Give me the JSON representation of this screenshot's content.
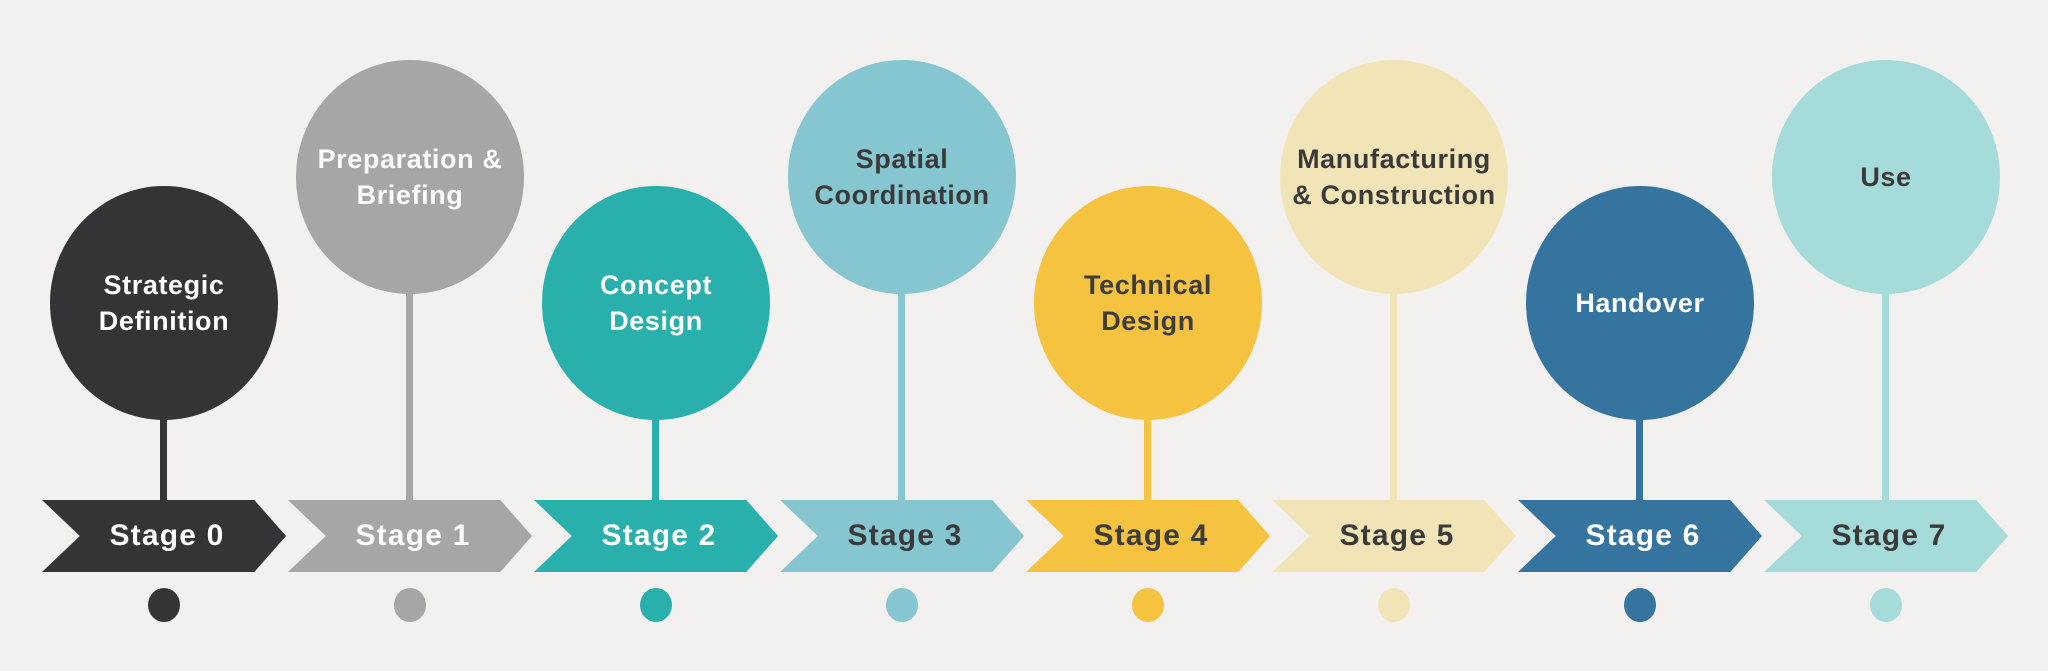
{
  "background_color": "#f2f1f0",
  "stages": [
    {
      "label": "Stage 0",
      "name_lines": [
        "Strategic",
        "Definition"
      ],
      "color": "#343335",
      "label_color": "#fdfdfd"
    },
    {
      "label": "Stage 1",
      "name_lines": [
        "Preparation &",
        "Briefing"
      ],
      "color": "#a7a5a5",
      "label_color": "#fdfdfd"
    },
    {
      "label": "Stage 2",
      "name_lines": [
        "Concept",
        "Design"
      ],
      "color": "#29b0ac",
      "label_color": "#fdfdfd"
    },
    {
      "label": "Stage 3",
      "name_lines": [
        "Spatial",
        "Coordination"
      ],
      "color": "#85c6d0",
      "label_color": "#3b3a3a"
    },
    {
      "label": "Stage 4",
      "name_lines": [
        "Technical",
        "Design"
      ],
      "color": "#f5c340",
      "label_color": "#3e3c38"
    },
    {
      "label": "Stage 5",
      "name_lines": [
        "Manufacturing",
        "& Construction"
      ],
      "color": "#f1e5b7",
      "label_color": "#3b3a3a"
    },
    {
      "label": "Stage 6",
      "name_lines": [
        "Handover"
      ],
      "color": "#35749f",
      "label_color": "#fdfdfd"
    },
    {
      "label": "Stage 7",
      "name_lines": [
        "Use"
      ],
      "color": "#a5dbd9",
      "label_color": "#3b3a3a"
    }
  ]
}
